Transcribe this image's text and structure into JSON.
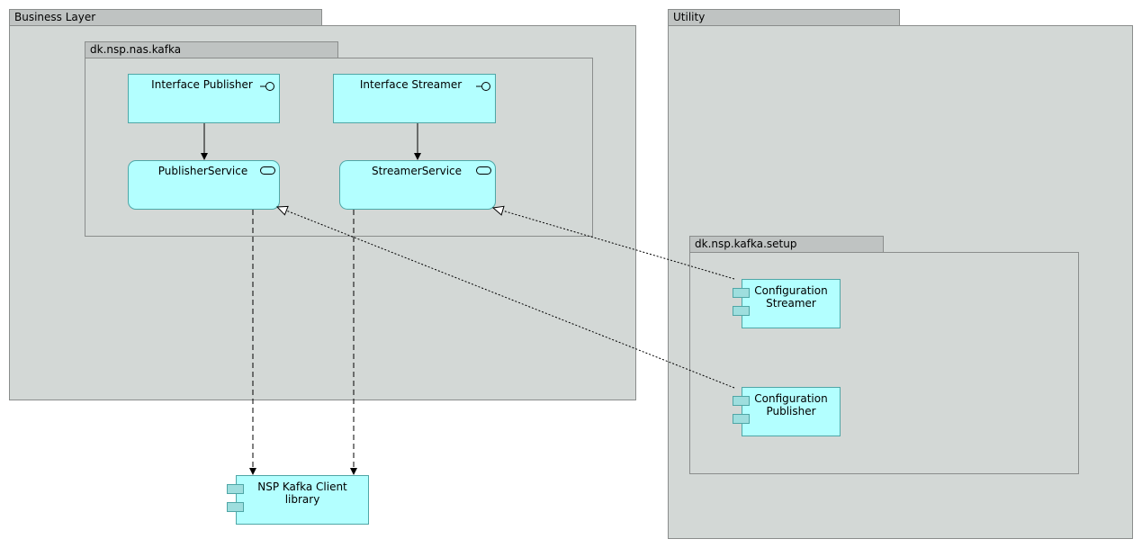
{
  "packages": {
    "business_layer": {
      "label": "Business Layer"
    },
    "nas_kafka": {
      "label": "dk.nsp.nas.kafka"
    },
    "utility": {
      "label": "Utility"
    },
    "kafka_setup": {
      "label": "dk.nsp.kafka.setup"
    }
  },
  "nodes": {
    "interface_publisher": {
      "label": "Interface Publisher",
      "icon": "interface-icon"
    },
    "interface_streamer": {
      "label": "Interface Streamer",
      "icon": "interface-icon"
    },
    "publisher_service": {
      "label": "PublisherService",
      "icon": "service-icon"
    },
    "streamer_service": {
      "label": "StreamerService",
      "icon": "service-icon"
    },
    "configuration_streamer": {
      "label_line1": "Configuration",
      "label_line2": "Streamer",
      "icon": "component-icon"
    },
    "configuration_publisher": {
      "label_line1": "Configuration",
      "label_line2": "Publisher",
      "icon": "component-icon"
    },
    "kafka_client": {
      "label_line1": "NSP Kafka Client",
      "label_line2": "library",
      "icon": "component-icon"
    }
  },
  "colors": {
    "package_fill": "#d3d8d6",
    "package_tab": "#bfc3c2",
    "element_fill": "#b3ffff",
    "element_border": "#4fa6a6"
  }
}
